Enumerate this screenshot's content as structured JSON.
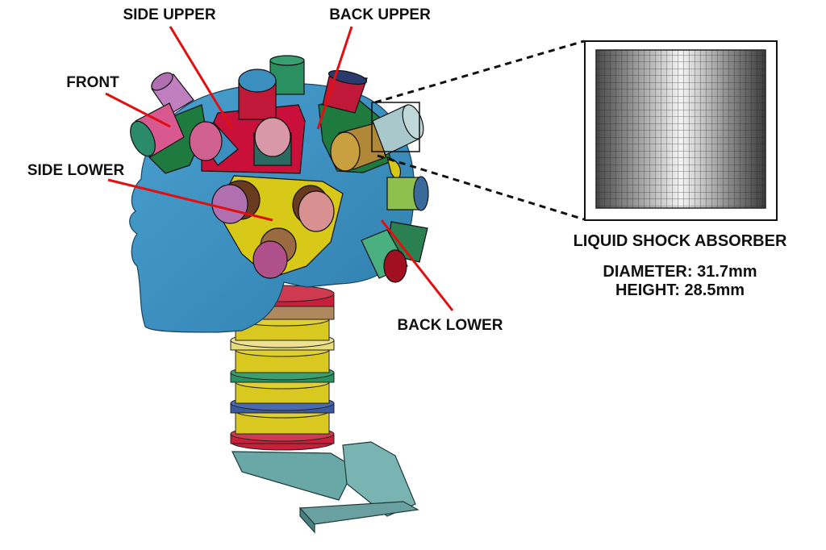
{
  "labels": {
    "side_upper": "SIDE UPPER",
    "back_upper": "BACK UPPER",
    "front": "FRONT",
    "side_lower": "SIDE LOWER",
    "back_lower": "BACK LOWER"
  },
  "absorber": {
    "title": "LIQUID SHOCK ABSORBER",
    "diameter": "DIAMETER: 31.7mm",
    "height": "HEIGHT: 28.5mm"
  },
  "colors": {
    "leader_line": "#e01010",
    "head": "#3a8fbf",
    "side_upper_patch": "#c8103a",
    "front_patch": "#1f7a3f",
    "back_upper_patch": "#1f7a3f",
    "side_lower_patch": "#d8c818",
    "neck_yellow": "#d8c820",
    "neck_red": "#c8203a",
    "bracket": "#6aa8a8"
  }
}
